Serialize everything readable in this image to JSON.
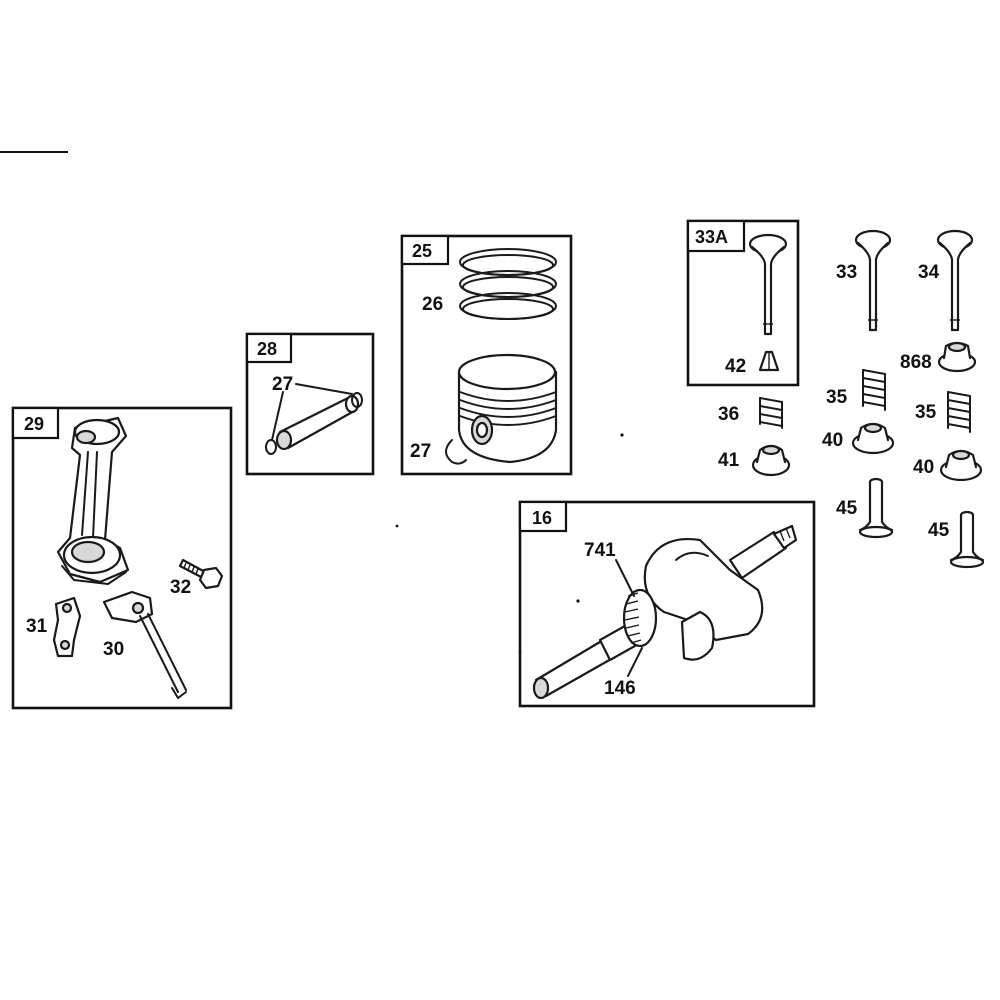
{
  "boxes": {
    "b29": "29",
    "b28": "28",
    "b25": "25",
    "b33a": "33A",
    "b16": "16"
  },
  "labels": {
    "l27a": "27",
    "l26": "26",
    "l27b": "27",
    "l32": "32",
    "l31": "31",
    "l30": "30",
    "l33": "33",
    "l34": "34",
    "l42": "42",
    "l868": "868",
    "l36": "36",
    "l35a": "35",
    "l35b": "35",
    "l41": "41",
    "l40a": "40",
    "l40b": "40",
    "l45a": "45",
    "l45b": "45",
    "l741": "741",
    "l146": "146"
  }
}
